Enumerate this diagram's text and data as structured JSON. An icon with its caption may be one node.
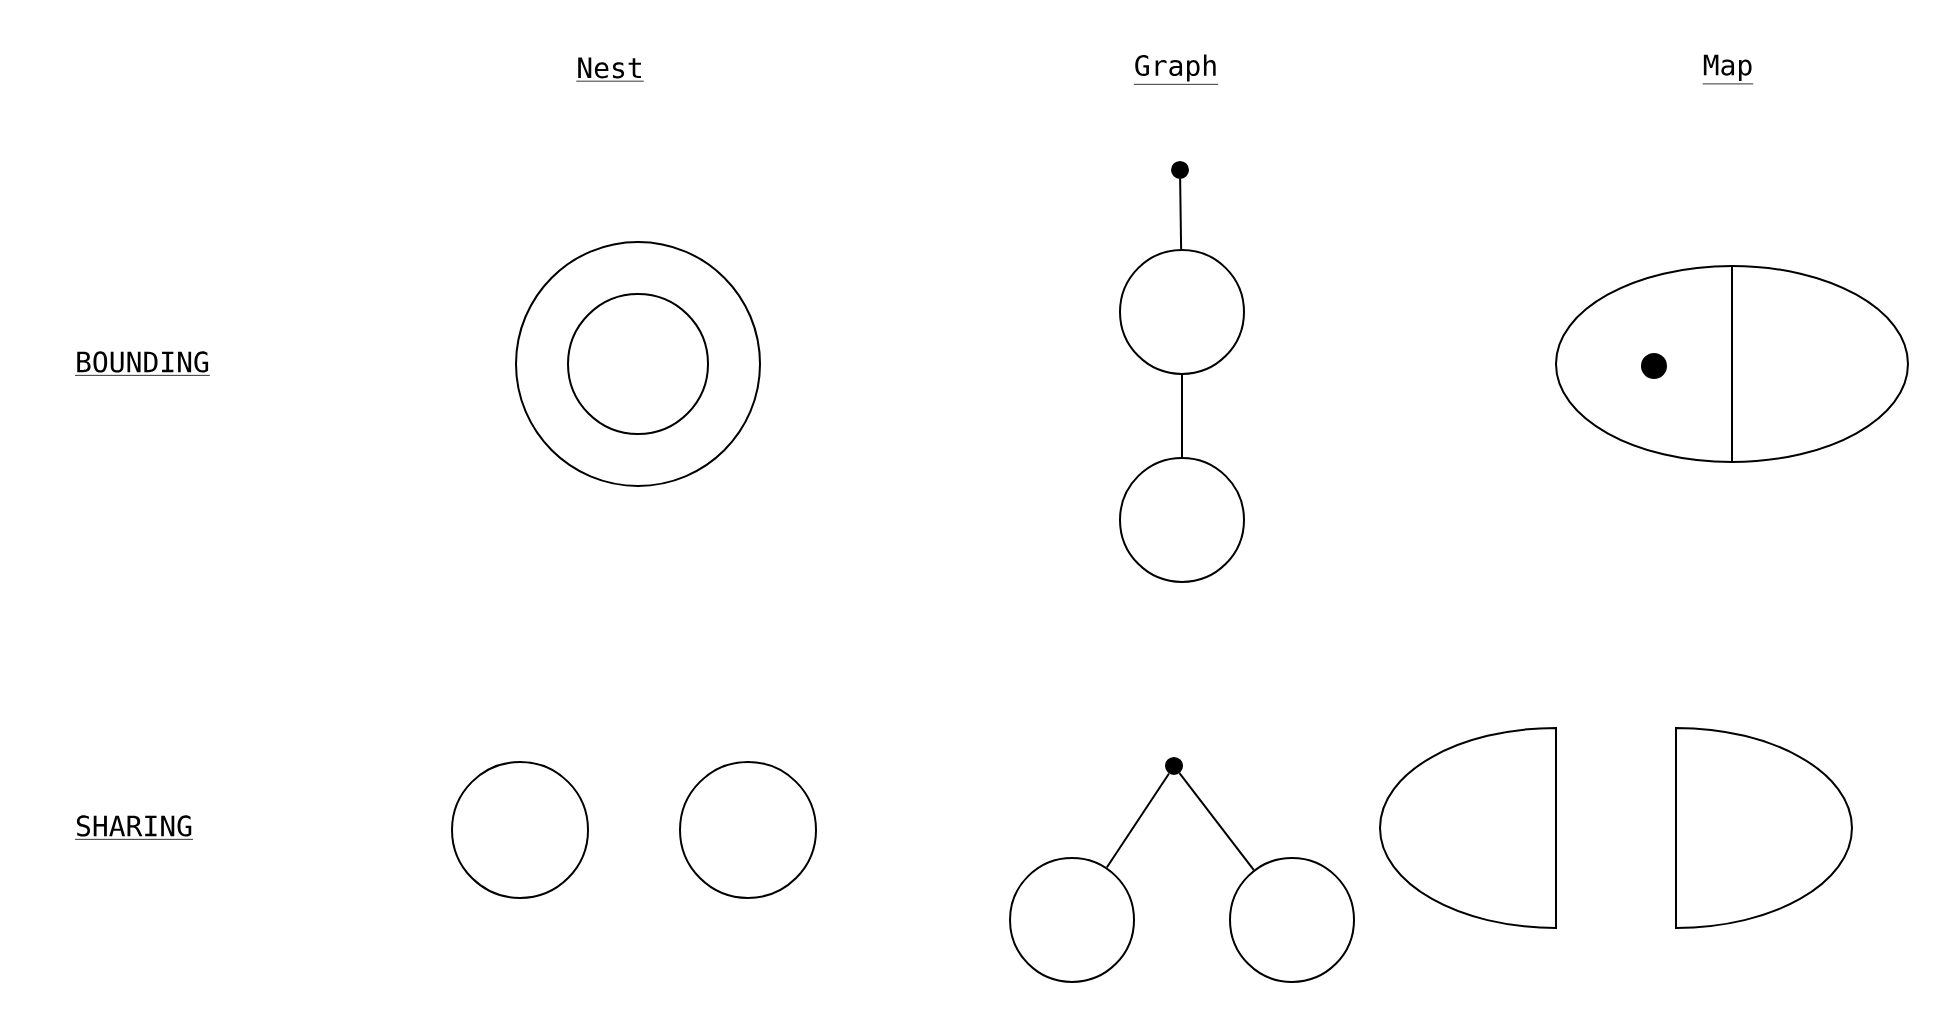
{
  "diagram": {
    "nodes": [
      {
        "text": [],
        "shape": "circle"
      },
      {
        "text": [],
        "shape": "circle",
        "in": 0
      },
      {
        "text": [],
        "shape": "dot"
      },
      {
        "text": [],
        "shape": "circle"
      },
      {
        "text": [],
        "shape": "circle"
      },
      {
        "text": [],
        "shape": "ellipse"
      },
      {
        "text": [],
        "shape": "dot",
        "in": 5
      },
      {
        "text": [],
        "shape": "circle"
      },
      {
        "text": [],
        "shape": "circle"
      },
      {
        "text": [],
        "shape": "dot"
      },
      {
        "text": [],
        "shape": "circle"
      },
      {
        "text": [],
        "shape": "circle"
      },
      {
        "text": [],
        "shape": "half-ellipse"
      },
      {
        "text": [],
        "shape": "half-ellipse"
      }
    ],
    "edges": [
      {
        "from": 2,
        "to": 3,
        "arrow": "none"
      },
      {
        "from": 3,
        "to": 4,
        "arrow": "none"
      },
      {
        "from": 9,
        "to": 10,
        "arrow": "none"
      },
      {
        "from": 9,
        "to": 11,
        "arrow": "none"
      }
    ],
    "labels": [
      "Nest",
      "Graph",
      "Map",
      "BOUNDING",
      "SHARING"
    ]
  }
}
